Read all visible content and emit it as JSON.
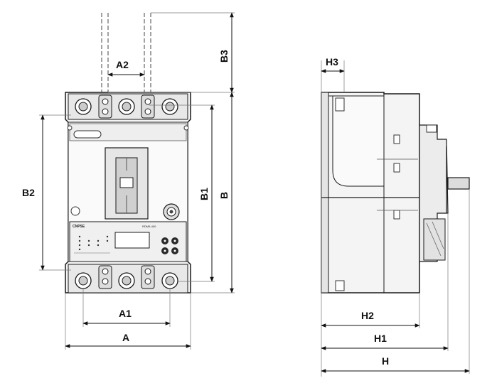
{
  "figure": {
    "labels": {
      "A": "A",
      "A1": "A1",
      "A2": "A2",
      "B": "B",
      "B1": "B1",
      "B2": "B2",
      "B3": "B3",
      "H": "H",
      "H1": "H1",
      "H2": "H2",
      "H3": "H3"
    },
    "front_panel": {
      "brand": "CNPSE",
      "header": "RDM5-400"
    },
    "colors": {
      "stroke": "#1a1a1a",
      "body": "#f2f2f2",
      "shade": "#d9d9d9",
      "dark": "#333333"
    }
  }
}
